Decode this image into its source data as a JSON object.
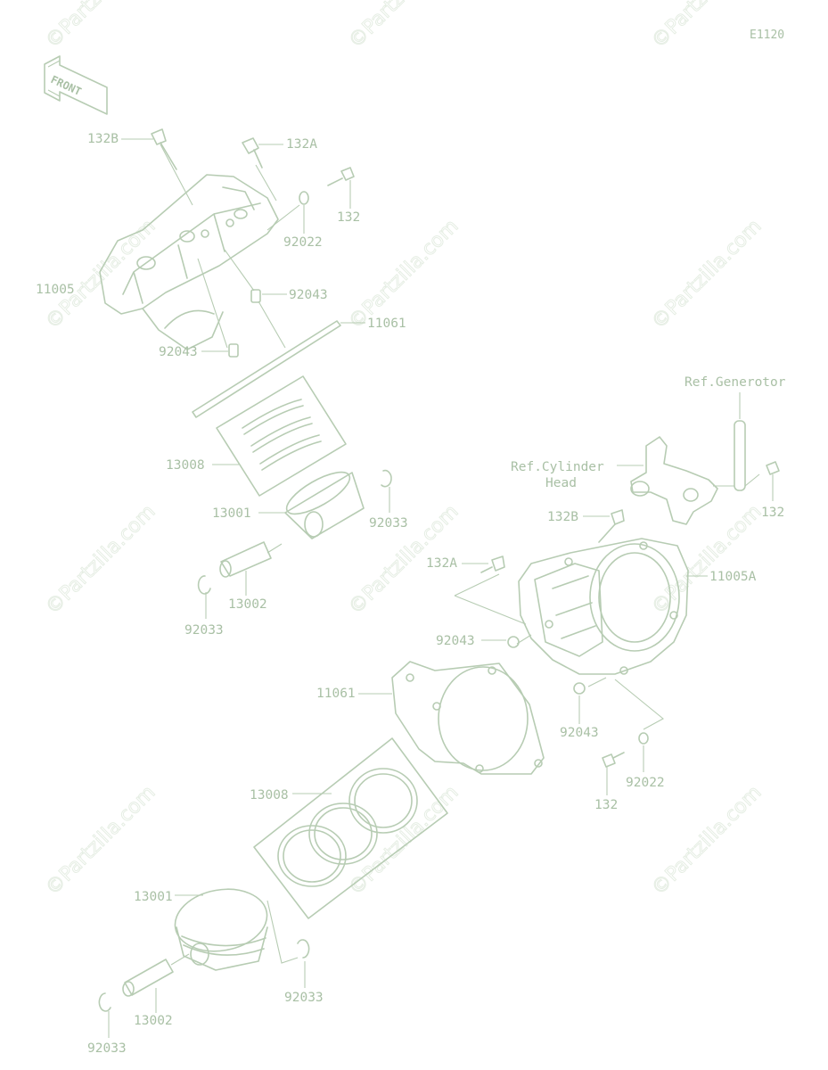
{
  "diagram_code": "E1120",
  "front_arrow": "FRONT",
  "watermark": "©Partzilla.com",
  "colors": {
    "line": "#b7ccb3",
    "text": "#a9c0a5",
    "watermark": "#e6eee4"
  },
  "labels": {
    "l132B_top": "132B",
    "l132A_top": "132A",
    "l132_top": "132",
    "l92022_top": "92022",
    "l11005_top": "11005",
    "l92043_top_r": "92043",
    "l11061_top": "11061",
    "l92043_top_l": "92043",
    "l13008_top": "13008",
    "l13001_top": "13001",
    "l92033_top_r": "92033",
    "l13002_top": "13002",
    "l92033_top_l": "92033",
    "ref_generotor": "Ref.Generotor",
    "ref_cyl_1": "Ref.Cylinder",
    "ref_cyl_2": "Head",
    "l132_right": "132",
    "l132B_mid": "132B",
    "l132A_mid": "132A",
    "l11005A": "11005A",
    "l92043_mid_l": "92043",
    "l11061_mid": "11061",
    "l92043_mid_r": "92043",
    "l92022_bot": "92022",
    "l132_bot": "132",
    "l13008_bot": "13008",
    "l13001_bot": "13001",
    "l92033_bot_r": "92033",
    "l13002_bot": "13002",
    "l92033_bot_l": "92033"
  }
}
